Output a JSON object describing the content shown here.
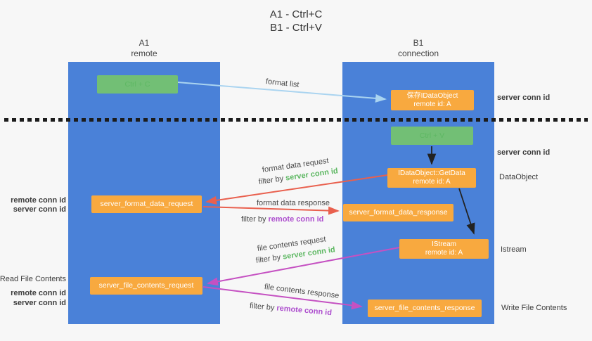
{
  "title": {
    "line1": "A1 - Ctrl+C",
    "line2": "B1 - Ctrl+V"
  },
  "lanes": [
    {
      "name": "A1",
      "subtitle": "remote"
    },
    {
      "name": "B1",
      "subtitle": "connection"
    }
  ],
  "nodes": {
    "ctrl_c": {
      "label": "Ctrl + C"
    },
    "save_dataobject": {
      "line1": "保存IDataObject",
      "line2": "remote id: A"
    },
    "ctrl_v": {
      "label": "Ctrl + V"
    },
    "getdata": {
      "line1": "IDataObject::GetData",
      "line2": "remote id: A"
    },
    "format_request": {
      "label": "server_format_data_request"
    },
    "format_response": {
      "label": "server_format_data_response"
    },
    "istream": {
      "line1": "IStream",
      "line2": "remote id: A"
    },
    "file_request": {
      "label": "server_file_contents_request"
    },
    "file_response": {
      "label": "server_file_contents_response"
    }
  },
  "arrow_labels": {
    "format_list": "format list",
    "format_data_request": "format data request",
    "format_data_response": "format data response",
    "file_contents_request": "file contents request",
    "file_contents_response": "file contents response",
    "filter_by": "filter by",
    "server_conn_id": "server conn id",
    "remote_conn_id": "remote conn id"
  },
  "side_labels": {
    "server_conn_id_top": "server conn id",
    "server_conn_id_mid": "server conn id",
    "dataobject": "DataObject",
    "istream": "Istream",
    "write_file_contents": "Write File Contents",
    "read_file_contents": "Read File Contents",
    "remote_conn_id_format": "remote conn id",
    "server_conn_id_format": "server conn id",
    "remote_conn_id_file": "remote conn id",
    "server_conn_id_file": "server conn id"
  },
  "colors": {
    "lane-blue": "#4a81d8",
    "box-green": "#72bf75",
    "box-orange": "#f8a93f",
    "arrow-lightblue": "#aad4f0",
    "arrow-red": "#e9604e",
    "arrow-magenta": "#c551c2",
    "arrow-black": "#222222",
    "text-green": "#5eb863",
    "text-purple": "#ad4ece",
    "text-dark": "#3c3c3c",
    "bg": "#f7f7f7"
  }
}
